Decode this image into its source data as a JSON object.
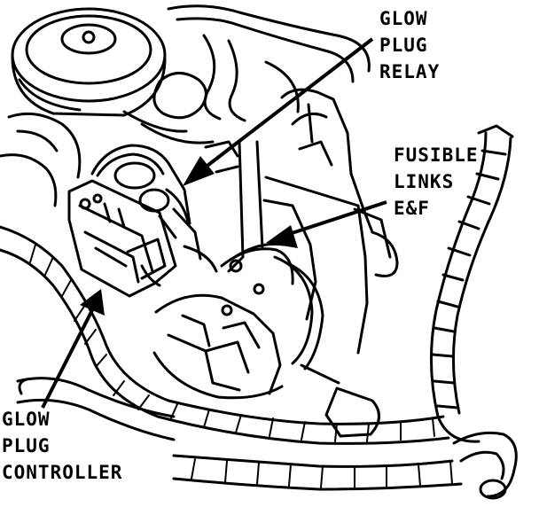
{
  "labels": {
    "glow_plug_relay": [
      "GLOW",
      "PLUG",
      "RELAY"
    ],
    "fusible_links": [
      "FUSIBLE",
      "LINKS",
      "E&F"
    ],
    "glow_plug_controller": [
      "GLOW",
      "PLUG",
      "CONTROLLER"
    ]
  },
  "colors": {
    "ink": "#000000",
    "paper": "#ffffff"
  }
}
